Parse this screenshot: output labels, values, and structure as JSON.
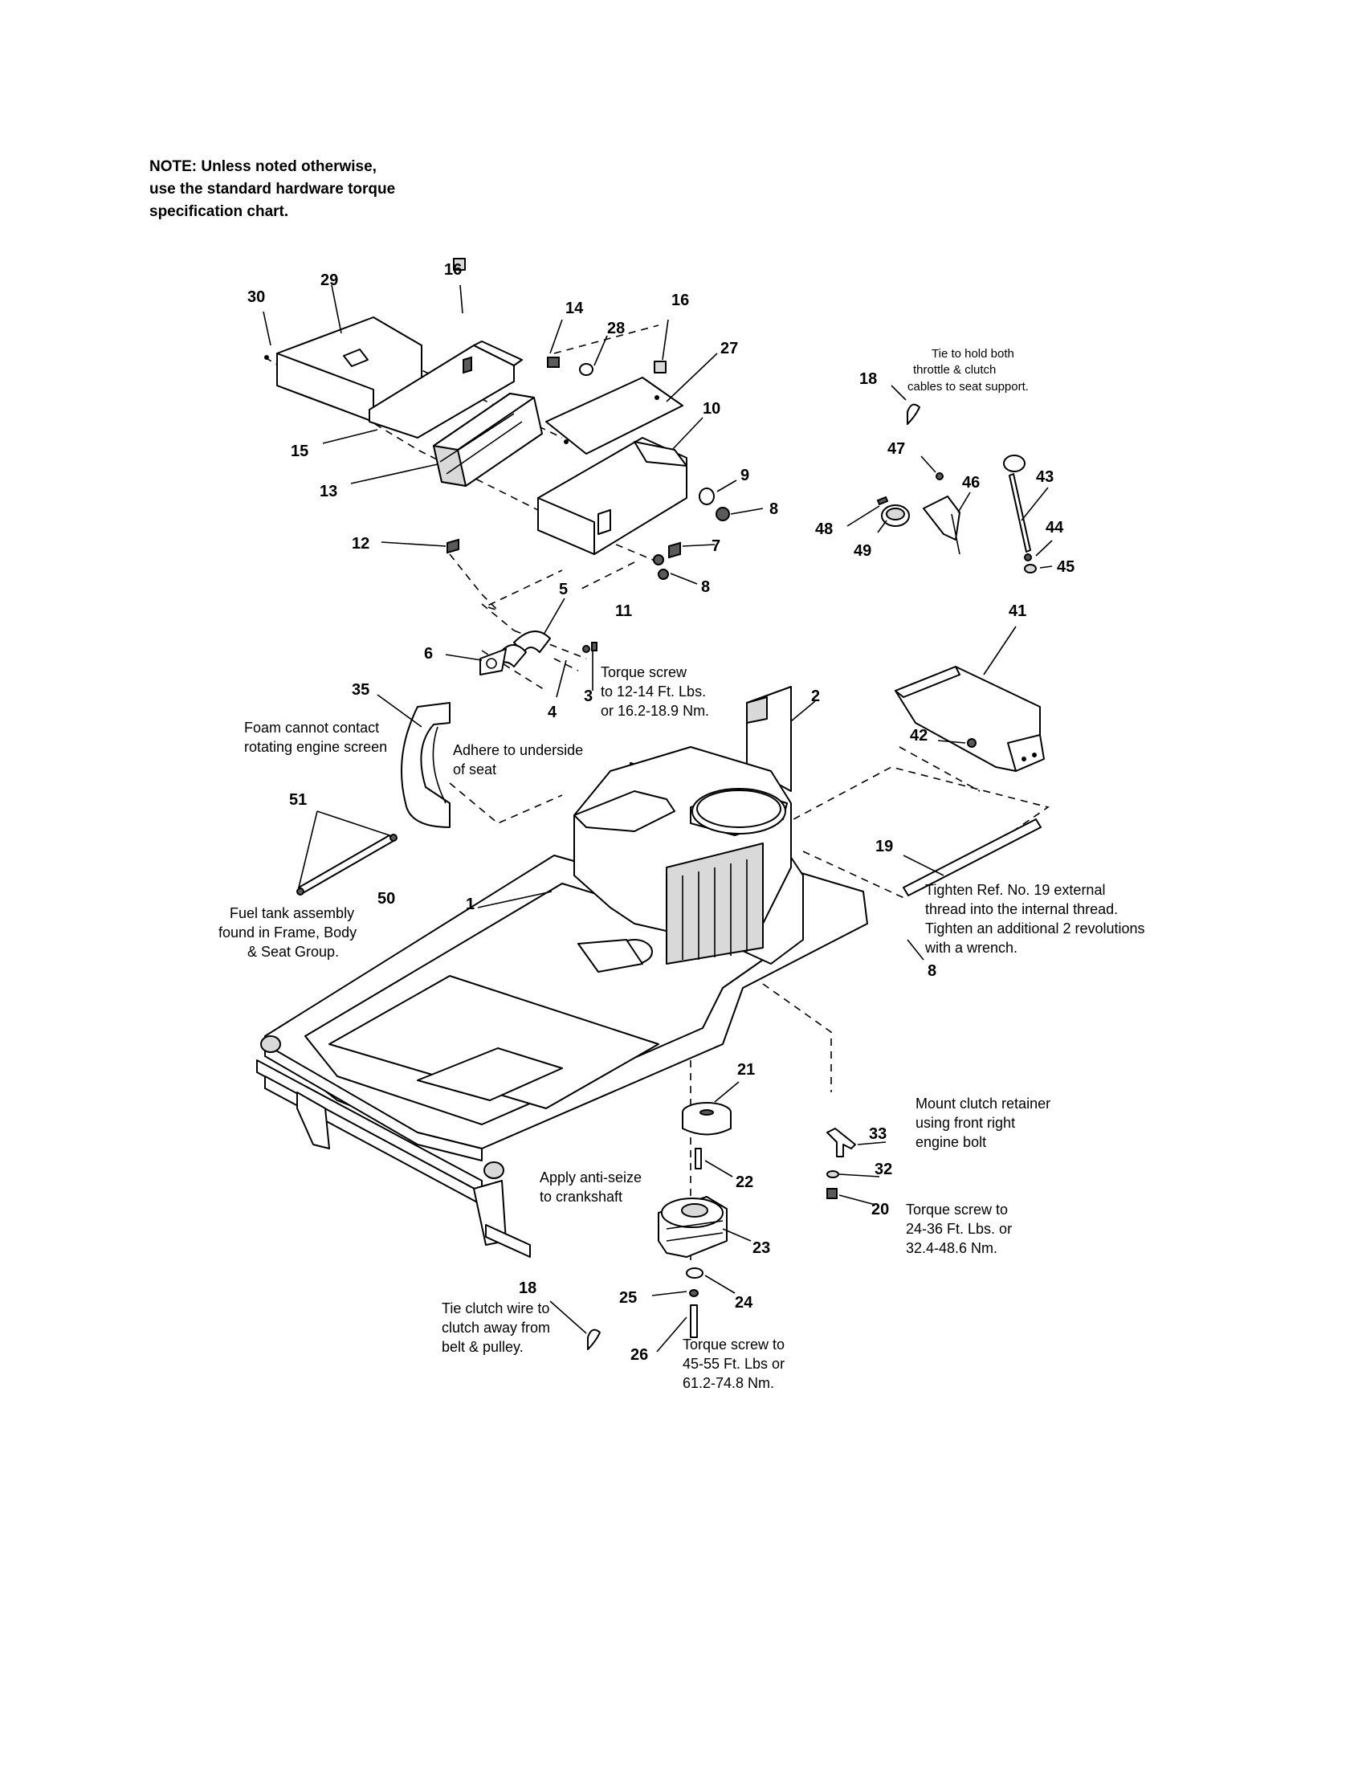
{
  "note": {
    "lines": [
      "NOTE: Unless noted otherwise,",
      "use the standard hardware torque",
      "specification chart."
    ]
  },
  "callouts": {
    "n1": "1",
    "n2": "2",
    "n3": "3",
    "n4": "4",
    "n5": "5",
    "n6": "6",
    "n7": "7",
    "n8a": "8",
    "n8b": "8",
    "n8c": "8",
    "n9": "9",
    "n10": "10",
    "n11": "11",
    "n12": "12",
    "n13": "13",
    "n14": "14",
    "n15": "15",
    "n16a": "16",
    "n16b": "16",
    "n18a": "18",
    "n18b": "18",
    "n19": "19",
    "n20": "20",
    "n21": "21",
    "n22": "22",
    "n23": "23",
    "n24": "24",
    "n25": "25",
    "n26": "26",
    "n27": "27",
    "n28": "28",
    "n29": "29",
    "n30": "30",
    "n32": "32",
    "n33": "33",
    "n35": "35",
    "n41": "41",
    "n42": "42",
    "n43": "43",
    "n44": "44",
    "n45": "45",
    "n46": "46",
    "n47": "47",
    "n48": "48",
    "n49": "49",
    "n50": "50",
    "n51": "51"
  },
  "annotations": {
    "tie_cables": [
      "Tie to hold both",
      "throttle & clutch",
      "cables to seat support."
    ],
    "torque_3": [
      "Torque screw",
      "to 12-14 Ft. Lbs.",
      "or 16.2-18.9 Nm."
    ],
    "foam": [
      "Foam cannot contact",
      "rotating engine screen"
    ],
    "adhere": [
      "Adhere to underside",
      "of seat"
    ],
    "fuel_tank": [
      "Fuel tank assembly",
      "found in Frame, Body",
      "& Seat Group."
    ],
    "tighten_19": [
      "Tighten Ref. No. 19 external",
      "thread into the internal thread.",
      "Tighten an additional 2 revolutions",
      "with a wrench."
    ],
    "mount_clutch": [
      "Mount clutch retainer",
      "using front right",
      "engine bolt"
    ],
    "anti_seize": [
      "Apply anti-seize",
      "to crankshaft"
    ],
    "torque_20": [
      "Torque screw to",
      "24-36 Ft. Lbs. or",
      "32.4-48.6 Nm."
    ],
    "tie_clutch": [
      "Tie clutch wire to",
      "clutch away from",
      "belt & pulley."
    ],
    "torque_26": [
      "Torque screw to",
      "45-55 Ft. Lbs or",
      "61.2-74.8 Nm."
    ]
  }
}
